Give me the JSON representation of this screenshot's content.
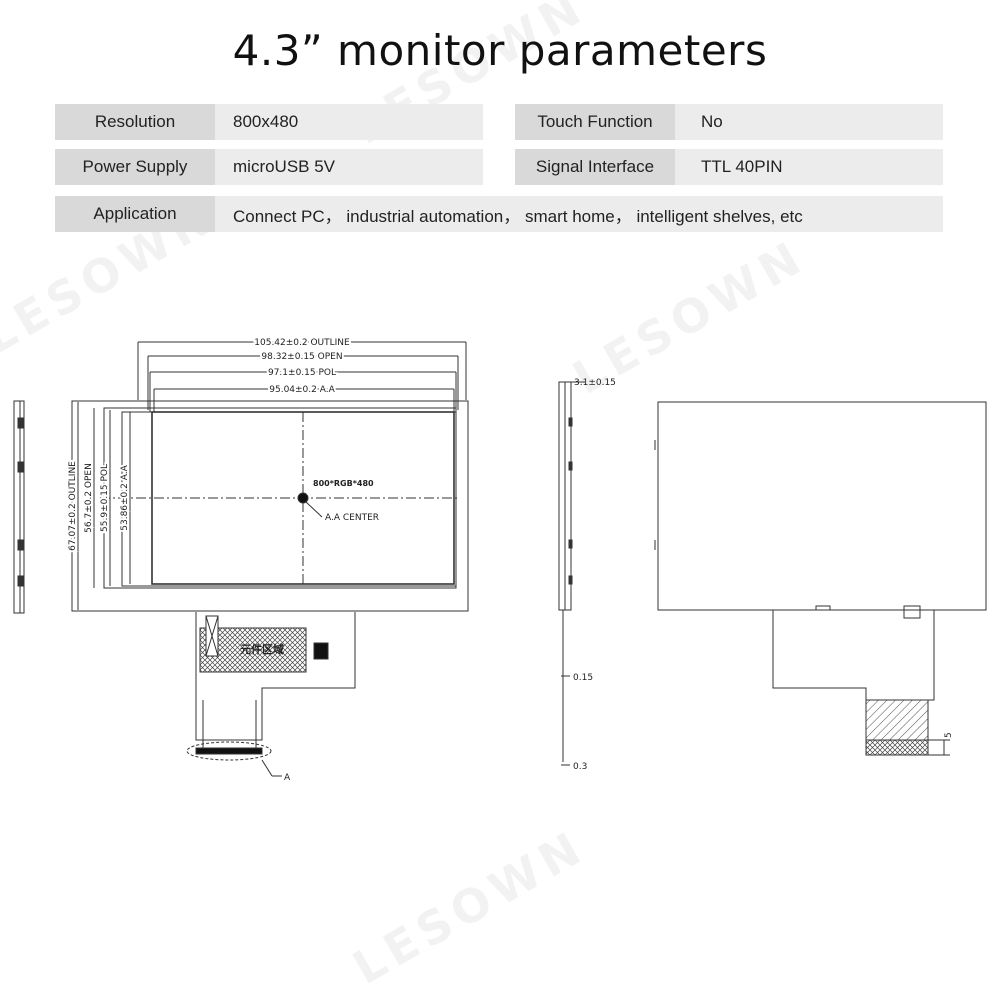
{
  "title": "4.3” monitor parameters",
  "specs": {
    "resolution": {
      "label": "Resolution",
      "value": "800x480"
    },
    "touch": {
      "label": "Touch Function",
      "value": "No"
    },
    "power": {
      "label": "Power Supply",
      "value": "microUSB 5V"
    },
    "signal": {
      "label": "Signal Interface",
      "value": "TTL 40PIN"
    },
    "application": {
      "label": "Application",
      "value": "Connect PC， industrial automation， smart home， intelligent shelves, etc"
    }
  },
  "watermark": "LESOWN",
  "drawing": {
    "dims": {
      "outline_w": "105.42±0.2  OUTLINE",
      "open_w": "98.32±0.15  OPEN",
      "pol_w": "97.1±0.15  POL",
      "aa_w": "95.04±0.2  A.A",
      "outline_h": "67.07±0.2  OUTLINE",
      "open_h": "56.7±0.2  OPEN",
      "pol_h": "55.9±0.15  POL",
      "aa_h": "53.86±0.2  A.A",
      "thickness": "3.1±0.15",
      "fpc_t": "0.15",
      "fpc_t2": "0.3",
      "side_5": "5"
    },
    "center_text": "800*RGB*480",
    "aa_center": "A.A CENTER",
    "component_area": "元件区域",
    "detail_a": "A"
  },
  "colors": {
    "label_bg": "#d9d9d9",
    "value_bg": "#ececec",
    "line": "#333333"
  }
}
